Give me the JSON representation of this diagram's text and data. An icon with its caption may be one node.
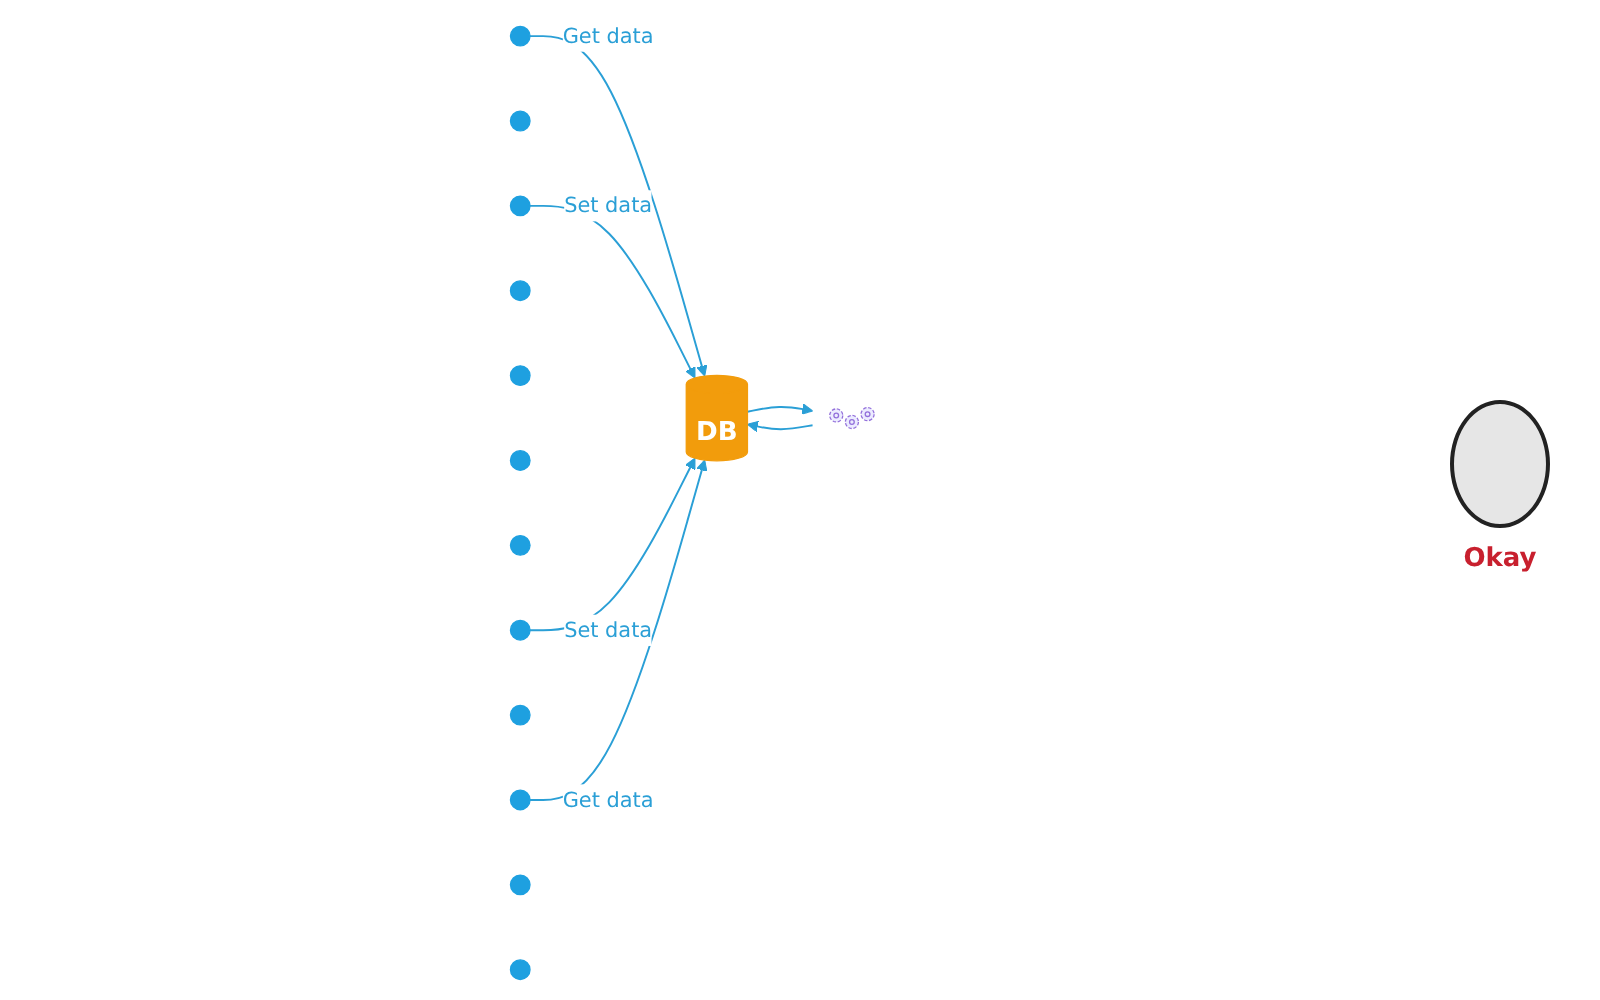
{
  "diagram": {
    "nodes": [
      {
        "text": [],
        "shape": "person"
      },
      {
        "text": [],
        "shape": "person"
      },
      {
        "text": [],
        "shape": "person"
      },
      {
        "text": [],
        "shape": "person"
      },
      {
        "text": [],
        "shape": "person"
      },
      {
        "text": [],
        "shape": "person"
      },
      {
        "text": [],
        "shape": "picture"
      },
      {
        "text": [
          "DB"
        ]
      },
      {
        "text": [],
        "shape": "person"
      },
      {
        "text": [],
        "shape": "person"
      },
      {
        "text": [],
        "shape": "person"
      },
      {
        "text": [],
        "shape": "person"
      },
      {
        "text": [],
        "shape": "person"
      },
      {
        "text": [],
        "shape": "person"
      }
    ],
    "edges": [
      {
        "from": 0,
        "to": 7,
        "arrow": "to",
        "label": "Get data"
      },
      {
        "from": 2,
        "to": 7,
        "arrow": "to",
        "label": "Set data"
      },
      {
        "from": 6,
        "to": 7,
        "arrow": "to"
      },
      {
        "from": 7,
        "to": 6,
        "arrow": "to"
      },
      {
        "from": 9,
        "to": 7,
        "arrow": "to",
        "label": "Set data"
      },
      {
        "from": 11,
        "to": 7,
        "arrow": "to",
        "label": "Get data"
      }
    ],
    "labels": [
      "Okay"
    ]
  }
}
